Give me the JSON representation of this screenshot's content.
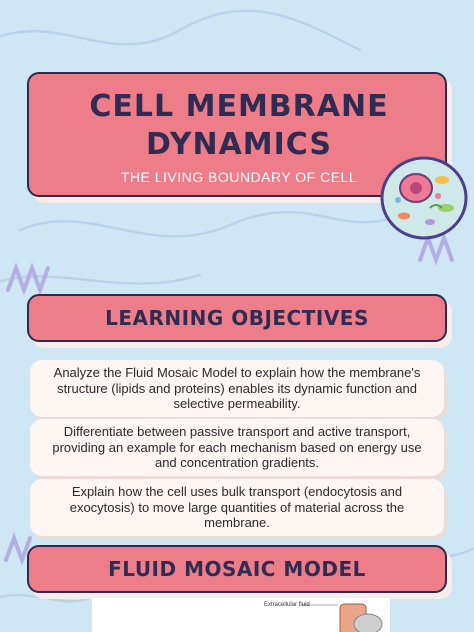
{
  "header": {
    "title_line1": "CELL MEMBRANE",
    "title_line2": "DYNAMICS",
    "subtitle": "THE LIVING BOUNDARY OF CELL"
  },
  "objectives": {
    "heading": "LEARNING OBJECTIVES",
    "items": [
      "Analyze the Fluid Mosaic Model to explain how the membrane's structure (lipids and proteins) enables its dynamic function and selective permeability.",
      "Differentiate between passive transport and active transport, providing an example for each mechanism based on energy use and concentration gradients.",
      "Explain how the cell uses bulk transport (endocytosis and exocytosis) to move large quantities of material across the membrane."
    ]
  },
  "fluid_mosaic": {
    "heading": "FLUID MOSAIC MODEL",
    "diagram_label": "Extracellular fluid"
  },
  "colors": {
    "background": "#cfe6f5",
    "banner": "#ee7d8a",
    "banner_text": "#2f2b52",
    "card": "#fdf6f2"
  },
  "icons": [
    "cell-illustration-icon"
  ]
}
